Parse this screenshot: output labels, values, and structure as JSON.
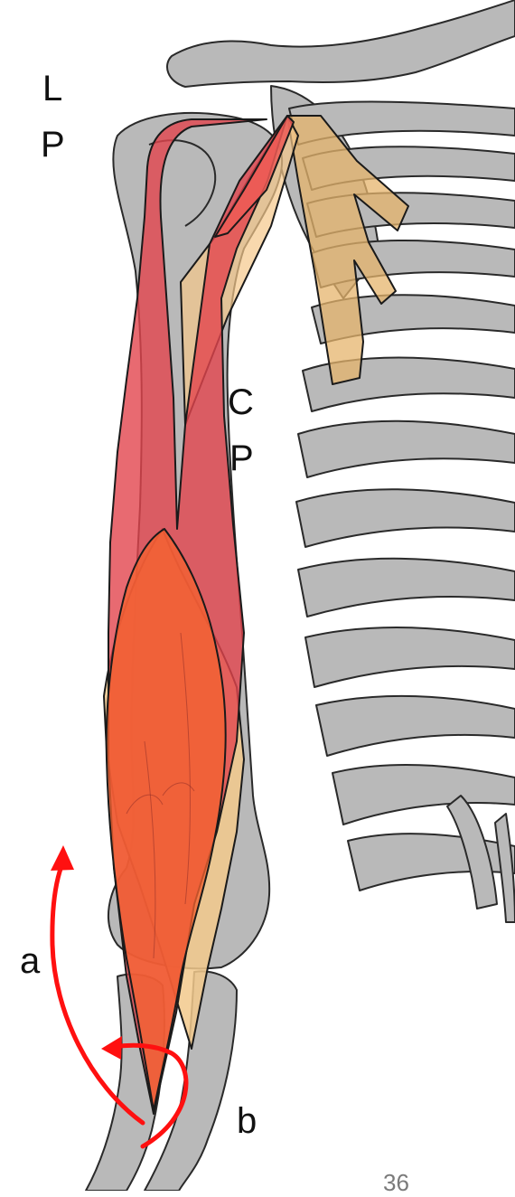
{
  "labels": {
    "lp_line1": "L",
    "lp_line2": "P",
    "cp_line1": "C",
    "cp_line2": "P",
    "arrow_a": "a",
    "arrow_b": "b"
  },
  "page_number": "36",
  "colors": {
    "bone_fill": "#b9b9b9",
    "bone_outline": "#2a2a2a",
    "biceps_fill": "#e2454d",
    "brachialis_fill": "#f4622f",
    "coracobrachialis_fill": "#f5c88a",
    "arrow": "#ff1010"
  }
}
